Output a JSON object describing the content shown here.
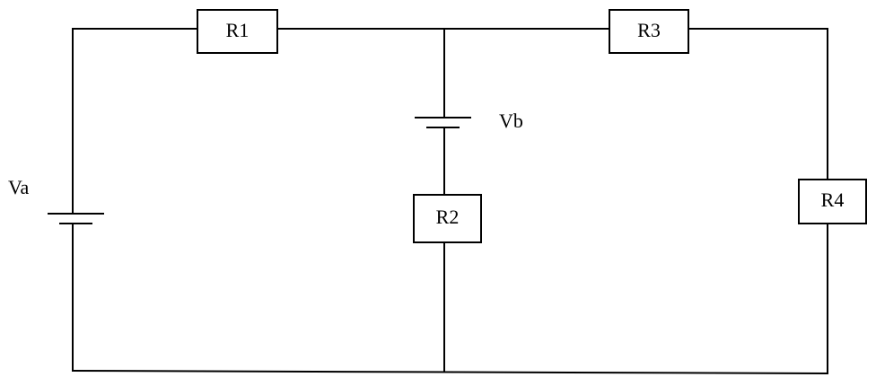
{
  "labels": {
    "r1": "R1",
    "r2": "R2",
    "r3": "R3",
    "r4": "R4",
    "va": "Va",
    "vb": "Vb"
  },
  "colors": {
    "line": "#000000",
    "background": "#ffffff"
  }
}
